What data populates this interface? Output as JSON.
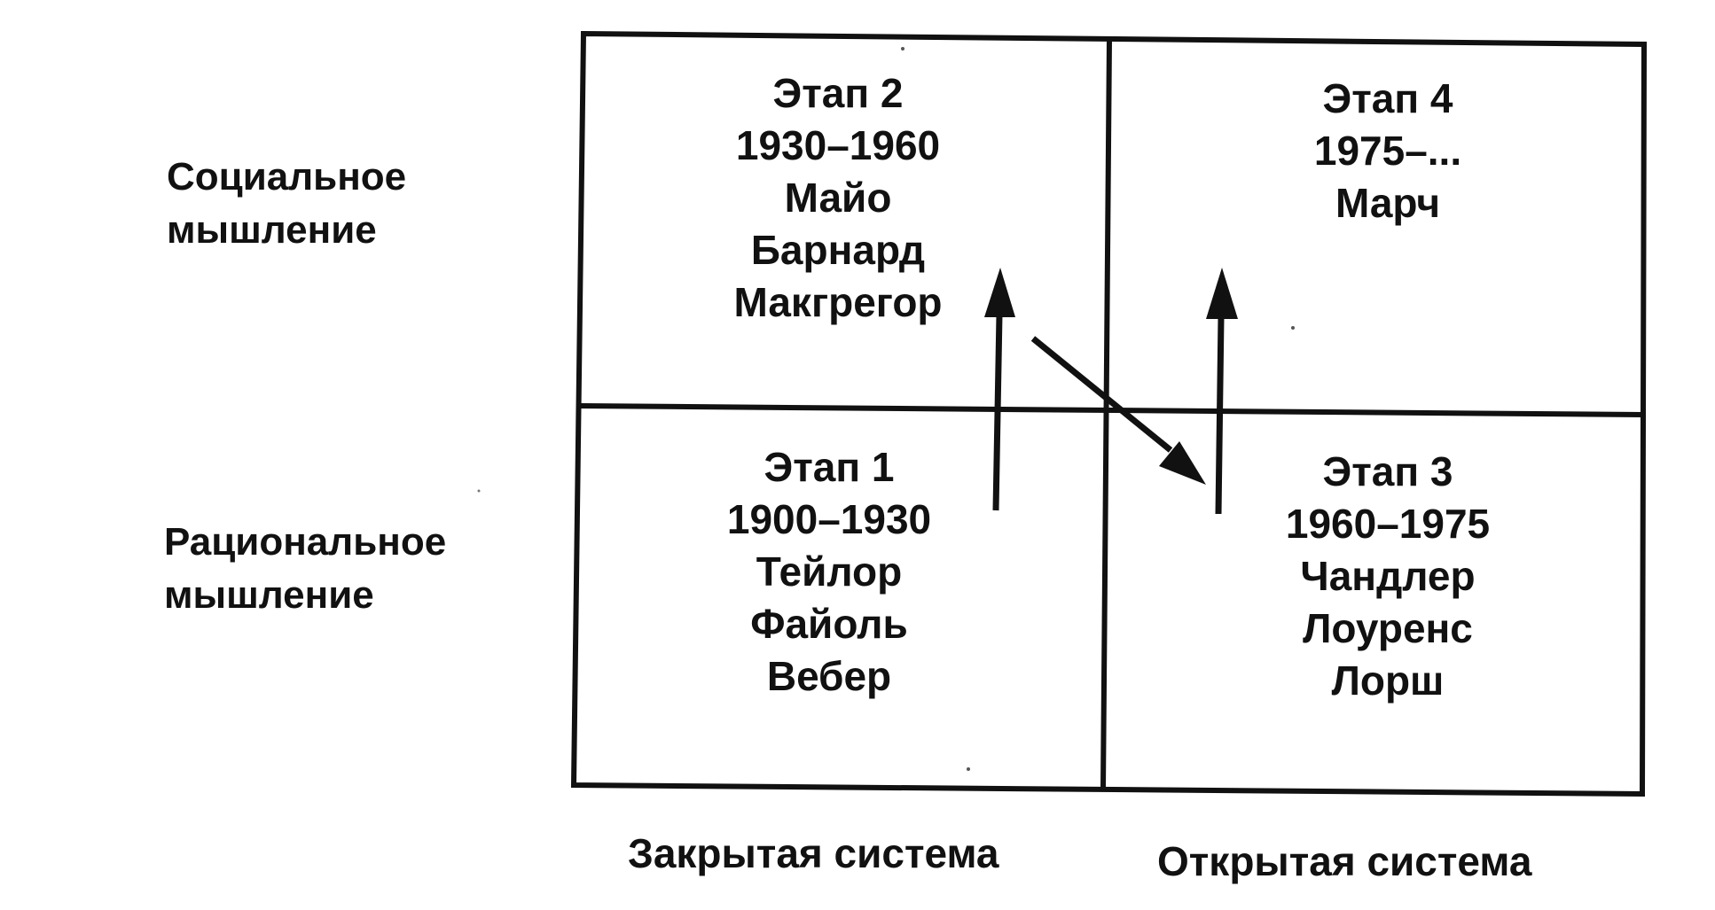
{
  "rows": {
    "social": [
      "Социальное",
      "мышление"
    ],
    "rational": [
      "Рациональное",
      "мышление"
    ]
  },
  "columns": {
    "closed": "Закрытая система",
    "open": "Открытая система"
  },
  "stages": {
    "stage2": {
      "title": "Этап 2",
      "period": "1930–1960",
      "authors": [
        "Майо",
        "Барнард",
        "Макгрегор"
      ]
    },
    "stage4": {
      "title": "Этап 4",
      "period": "1975–...",
      "authors": [
        "Марч"
      ]
    },
    "stage1": {
      "title": "Этап 1",
      "period": "1900–1930",
      "authors": [
        "Тейлор",
        "Файоль",
        "Вебер"
      ]
    },
    "stage3": {
      "title": "Этап 3",
      "period": "1960–1975",
      "authors": [
        "Чандлер",
        "Лоуренс",
        "Лорш"
      ]
    }
  },
  "colors": {
    "line": "#111111",
    "background": "#ffffff"
  }
}
